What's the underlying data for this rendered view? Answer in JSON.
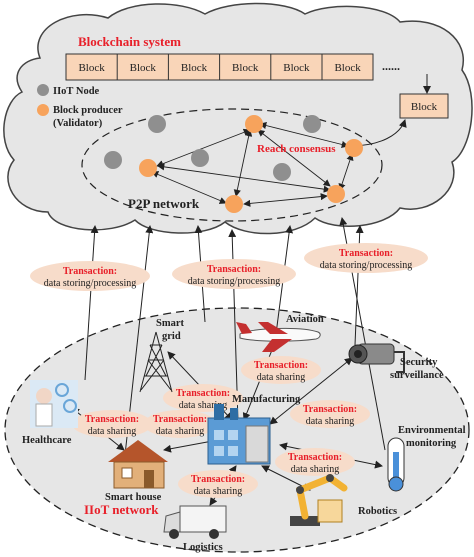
{
  "blockchain": {
    "title": "Blockchain system",
    "blocks": [
      "Block",
      "Block",
      "Block",
      "Block",
      "Block",
      "Block"
    ],
    "ellipsis": "......",
    "extra_block": "Block",
    "legend": {
      "node": "IIoT Node",
      "producer_line1": "Block producer",
      "producer_line2": "(Validator)"
    },
    "consensus": "Reach consensus",
    "p2p": "P2P network"
  },
  "transactions_top": [
    {
      "title": "Transaction:",
      "body": "data storing/processing"
    },
    {
      "title": "Transaction:",
      "body": "data storing/processing"
    },
    {
      "title": "Transaction:",
      "body": "data storing/processing"
    }
  ],
  "iiot": {
    "title": "IIoT network",
    "devices": {
      "smart_grid_1": "Smart",
      "smart_grid_2": "grid",
      "aviation": "Aviation",
      "security_1": "Security",
      "security_2": "surveillance",
      "healthcare": "Healthcare",
      "manufacturing": "Manufacturing",
      "env_1": "Environmental",
      "env_2": "monitoring",
      "smart_house": "Smart house",
      "robotics": "Robotics",
      "logistics": "Logistics"
    },
    "transactions": [
      {
        "title": "Transaction:",
        "body": "data sharing"
      },
      {
        "title": "Transaction:",
        "body": "data sharing"
      },
      {
        "title": "Transaction:",
        "body": "data sharing"
      },
      {
        "title": "Transaction:",
        "body": "data sharing"
      },
      {
        "title": "Transaction:",
        "body": "data sharing"
      },
      {
        "title": "Transaction:",
        "body": "data sharing"
      },
      {
        "title": "Transaction:",
        "body": "data sharing"
      }
    ]
  },
  "colors": {
    "title_red": "#e8202a",
    "cloud_fill": "#e6e6e6",
    "block_fill": "#f9d5b8",
    "producer": "#f7a35c",
    "node": "#8f8f8f",
    "tx_fill": "#f7dcca"
  }
}
